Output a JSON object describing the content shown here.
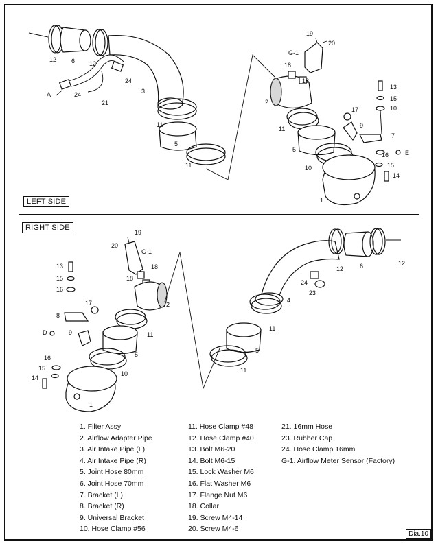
{
  "sections": {
    "left": "LEFT SIDE",
    "right": "RIGHT SIDE"
  },
  "diagram_number": "Dia.10",
  "callouts": {
    "left": [
      "12",
      "6",
      "12",
      "A",
      "24",
      "24",
      "21",
      "3",
      "11",
      "5",
      "11",
      "19",
      "20",
      "G-1",
      "18",
      "18",
      "2",
      "11",
      "5",
      "10",
      "1",
      "17",
      "9",
      "7",
      "13",
      "15",
      "10",
      "16",
      "15",
      "14",
      "E"
    ],
    "right": [
      "19",
      "20",
      "G-1",
      "18",
      "18",
      "2",
      "13",
      "15",
      "16",
      "17",
      "8",
      "D",
      "9",
      "11",
      "5",
      "10",
      "16",
      "15",
      "14",
      "1",
      "12",
      "6",
      "12",
      "24",
      "23",
      "4",
      "11",
      "5",
      "11"
    ]
  },
  "legend": {
    "col1": [
      "1. Filter Assy",
      "2. Airflow Adapter Pipe",
      "3. Air Intake Pipe (L)",
      "4. Air Intake Pipe (R)",
      "5. Joint Hose 80mm",
      "6. Joint Hose 70mm",
      "7. Bracket (L)",
      "8. Bracket (R)",
      "9. Universal Bracket",
      "10. Hose Clamp #56"
    ],
    "col2": [
      "11. Hose Clamp #48",
      "12. Hose Clamp #40",
      "13. Bolt M6-20",
      "14. Bolt M6-15",
      "15. Lock Washer M6",
      "16. Flat Washer M6",
      "17. Flange Nut M6",
      "18. Collar",
      "19. Screw M4-14",
      "20. Screw M4-6"
    ],
    "col3": [
      "21. 16mm Hose",
      "23. Rubber Cap",
      "24. Hose Clamp 16mm",
      "G-1. Airflow Meter Sensor (Factory)"
    ]
  }
}
